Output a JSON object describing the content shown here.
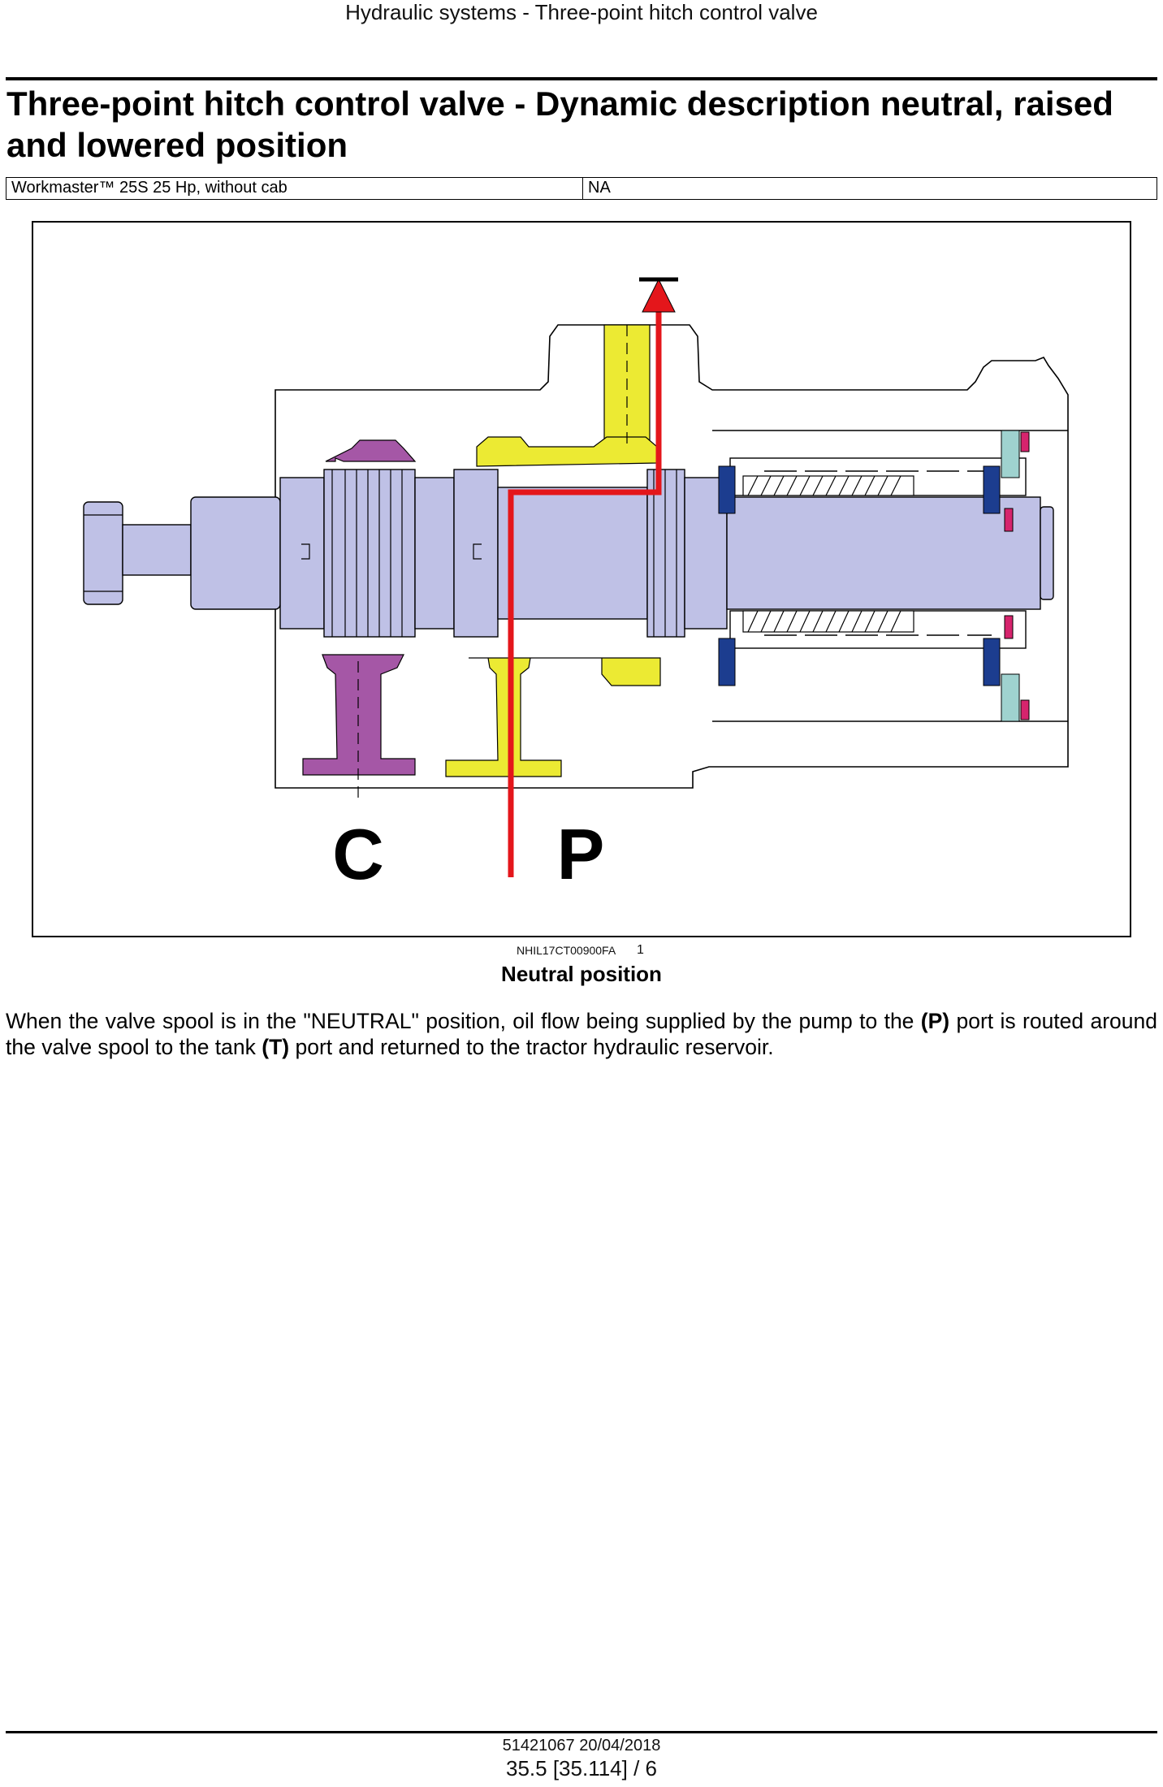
{
  "header": {
    "running_title": "Hydraulic systems - Three-point hitch control valve"
  },
  "document": {
    "title": "Three-point hitch control valve - Dynamic description neutral, raised and lowered position",
    "applicability": {
      "model": "Workmaster™ 25S 25 Hp, without cab",
      "market": "NA"
    }
  },
  "figure": {
    "port_labels": {
      "c": "C",
      "p": "P"
    },
    "reference_code": "NHIL17CT00900FA",
    "number": "1",
    "caption": "Neutral position",
    "colors": {
      "spool": "#bfc1e6",
      "pressure_port": "#ecea33",
      "work_port": "#a557a6",
      "oil_flow": "#e4161b",
      "seal": "#1c3d8f",
      "washer": "#9fd2cf",
      "clip": "#d6246d"
    }
  },
  "body": {
    "p1": "When the valve spool is in the \"NEUTRAL\" position, oil flow being supplied by the pump to the ",
    "p_port": "(P)",
    "p2": " port is routed around the valve spool to the tank ",
    "t_port": "(T)",
    "p3": " port and returned to the tractor hydraulic reservoir."
  },
  "footer": {
    "doc_id": "51421067 20/04/2018",
    "page": "35.5 [35.114] / 6"
  }
}
